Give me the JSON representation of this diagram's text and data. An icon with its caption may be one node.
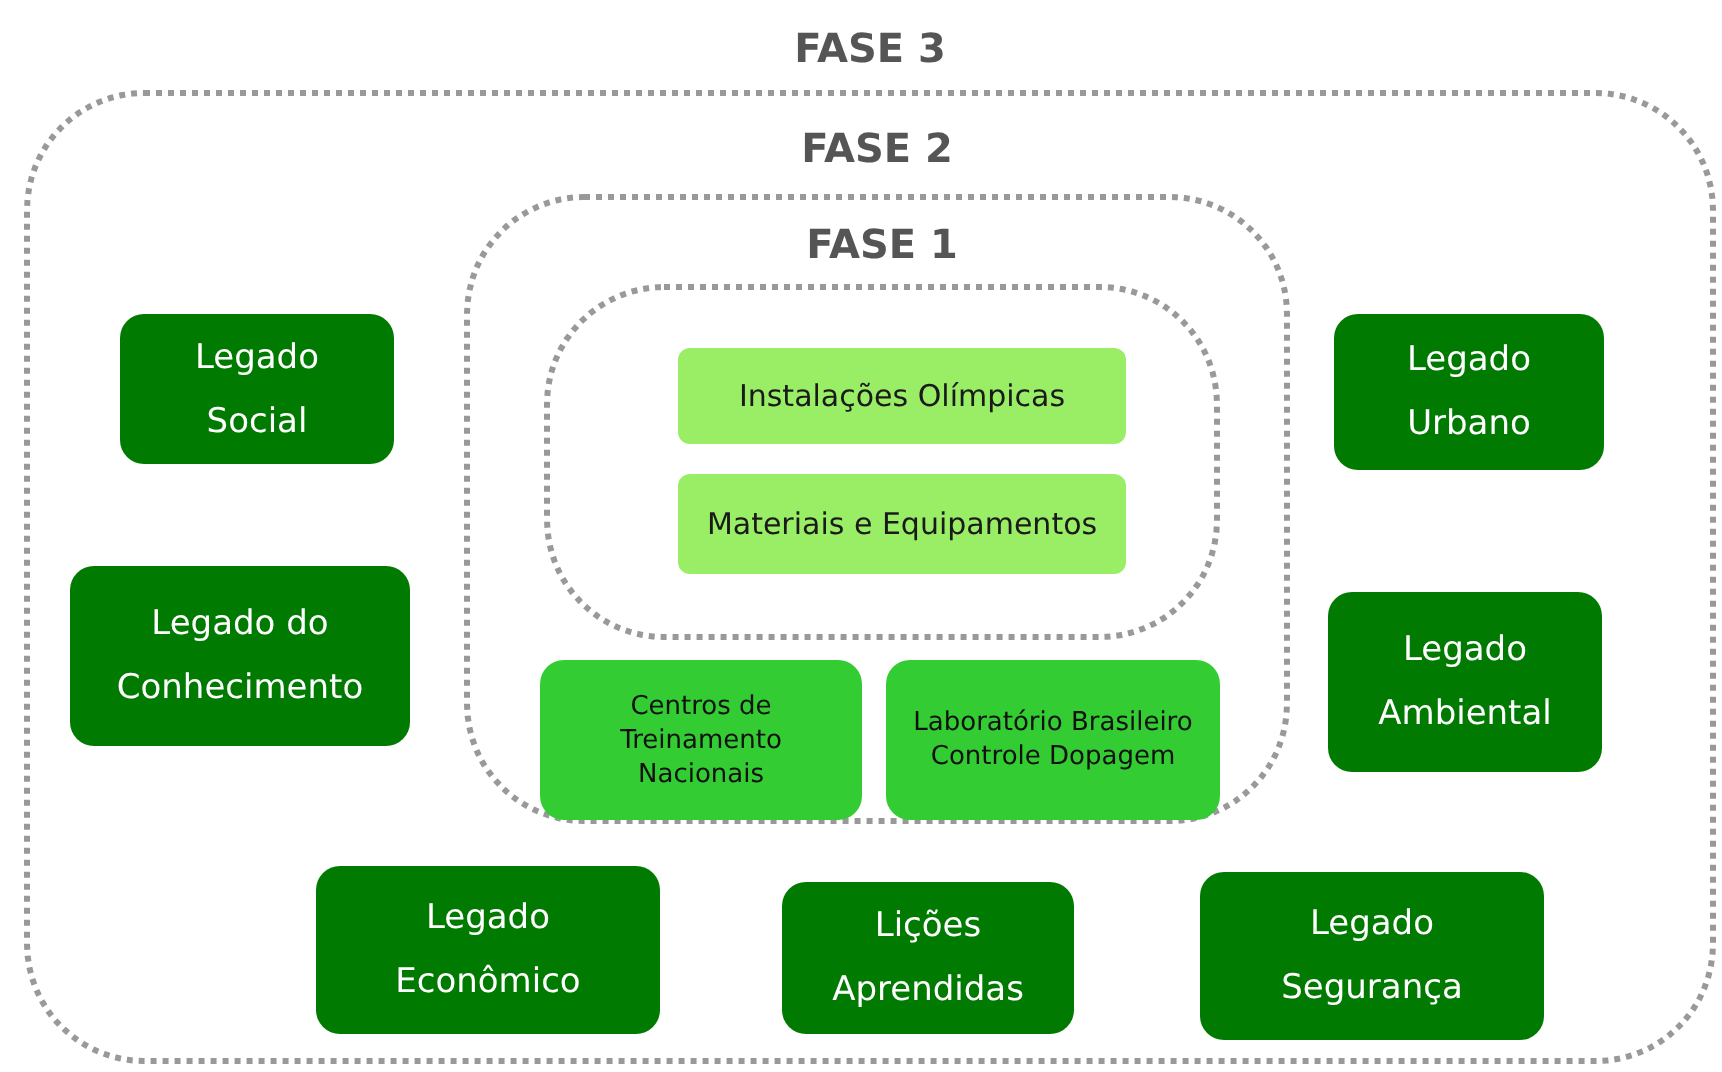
{
  "diagram": {
    "nodes": [
      {
        "text": [
          "FASE 3"
        ]
      },
      {
        "text": [
          "FASE 2"
        ],
        "in": 0
      },
      {
        "text": [
          "FASE 1"
        ],
        "in": 1
      },
      {
        "text": [
          "Instalações Olímpicas"
        ],
        "in": 2
      },
      {
        "text": [
          "Materiais e Equipamentos"
        ],
        "in": 2
      },
      {
        "text": [
          "Centros de Treinamento Nacionais"
        ],
        "in": 1
      },
      {
        "text": [
          "Laboratório Brasileiro Controle Dopagem"
        ],
        "in": 1
      },
      {
        "text": [
          "Legado Social"
        ],
        "in": 0
      },
      {
        "text": [
          "Legado Urbano"
        ],
        "in": 0
      },
      {
        "text": [
          "Legado do Conhecimento"
        ],
        "in": 0
      },
      {
        "text": [
          "Legado Ambiental"
        ],
        "in": 0
      },
      {
        "text": [
          "Legado Econômico"
        ],
        "in": 0
      },
      {
        "text": [
          "Lições Aprendidas"
        ],
        "in": 0
      },
      {
        "text": [
          "Legado Segurança"
        ],
        "in": 0
      }
    ]
  }
}
